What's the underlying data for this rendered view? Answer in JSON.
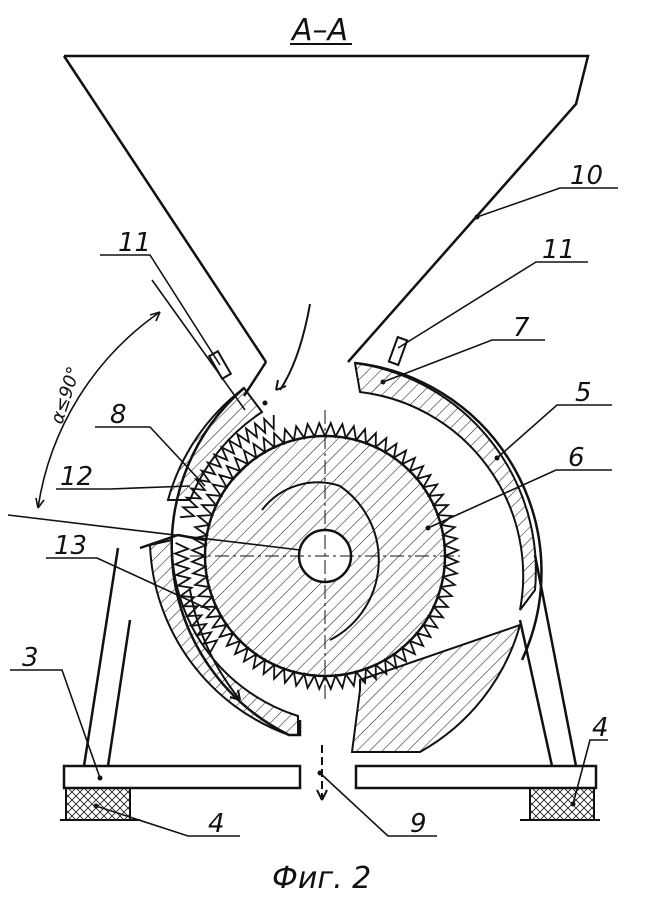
{
  "section_label": "A–A",
  "figure_caption": "Фиг. 2",
  "angle_label": "α≤90°",
  "callouts": [
    "10",
    "11",
    "11",
    "7",
    "5",
    "6",
    "8",
    "12",
    "13",
    "3",
    "4",
    "4",
    "9"
  ]
}
